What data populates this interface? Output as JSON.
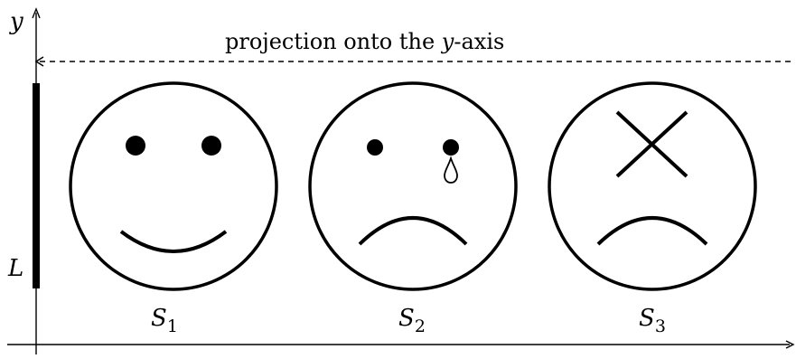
{
  "labels": {
    "y_axis": "y",
    "projection_prefix": "projection onto the ",
    "projection_var": "y",
    "projection_suffix": "-axis",
    "segment": "L",
    "faces": [
      {
        "letter": "S",
        "index": "1",
        "expression": "smile"
      },
      {
        "letter": "S",
        "index": "2",
        "expression": "sad-with-tear"
      },
      {
        "letter": "S",
        "index": "3",
        "expression": "x-eye-frown"
      }
    ]
  },
  "colors": {
    "stroke": "#000000",
    "background": "#ffffff"
  }
}
